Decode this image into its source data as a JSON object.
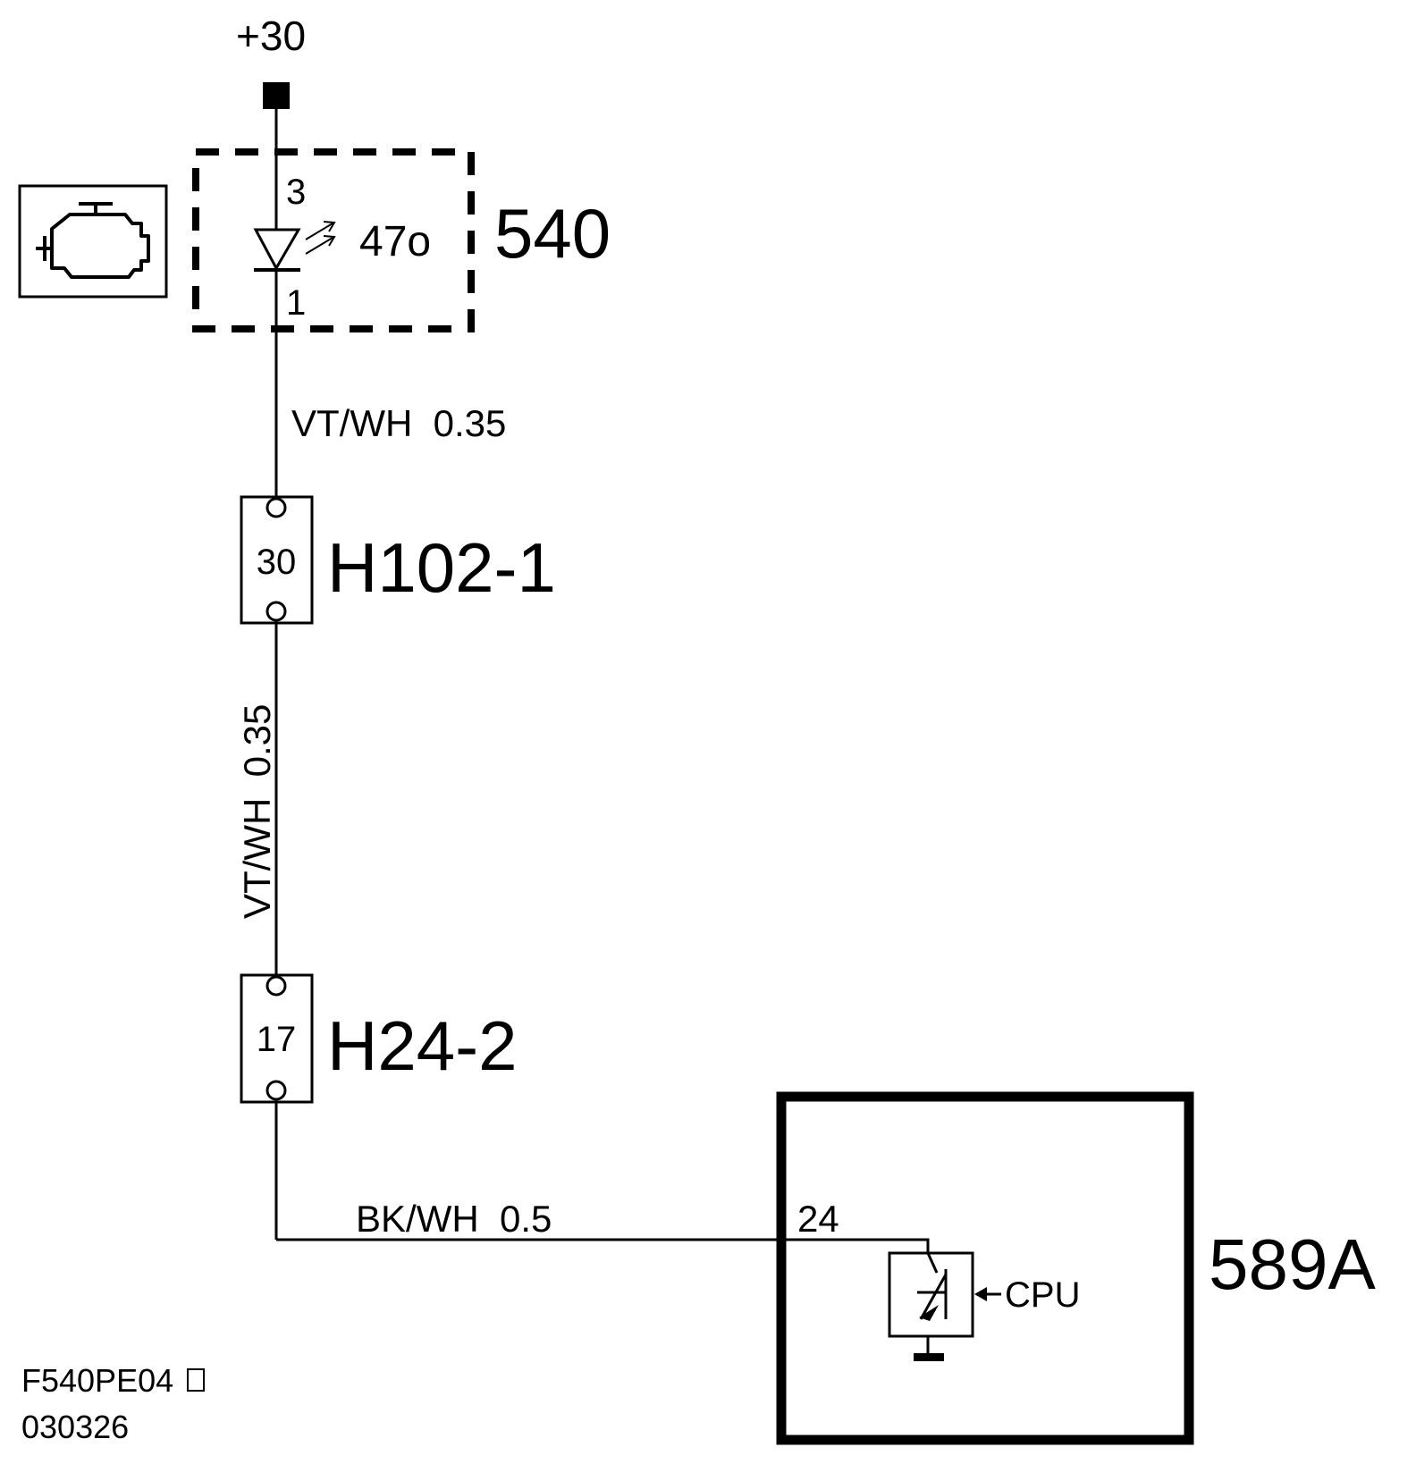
{
  "supply": {
    "label": "+30"
  },
  "component_540": {
    "id": "540",
    "pin_top": "3",
    "pin_bottom": "1",
    "value": "47o"
  },
  "wires": {
    "w1": "VT/WH  0.35",
    "w2": "VT/WH  0.35",
    "w3": "BK/WH  0.5"
  },
  "connector_h102": {
    "id": "H102-1",
    "pin": "30"
  },
  "connector_h24": {
    "id": "H24-2",
    "pin": "17"
  },
  "component_589a": {
    "id": "589A",
    "pin": "24",
    "cpu_label": "CPU"
  },
  "footer": {
    "code": "F540PE04",
    "date": "030326"
  },
  "icons": {
    "engine": "engine-warning-icon",
    "led": "led-diode-icon",
    "transistor": "transistor-switch-icon",
    "ground": "ground-icon"
  }
}
